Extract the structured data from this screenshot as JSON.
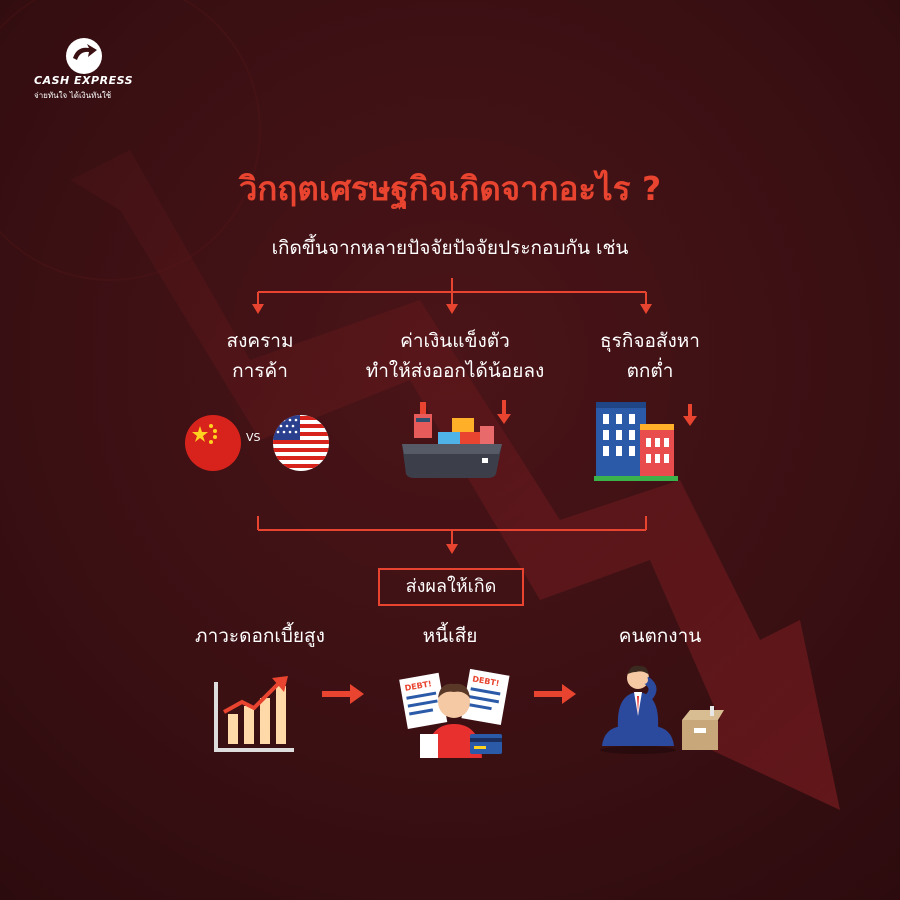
{
  "brand": {
    "name": "CASH EXPRESS",
    "tagline": "จ่ายทันใจ ได้เงินทันใช้"
  },
  "title": "วิกฤตเศรษฐกิจเกิดจากอะไร ?",
  "subtitle": "เกิดขึ้นจากหลายปัจจัยปัจจัยประกอบกัน เช่น",
  "causes": {
    "war": {
      "line1": "สงคราม",
      "line2": "การค้า"
    },
    "currency": {
      "line1": "ค่าเงินแข็งตัว",
      "line2": "ทำให้ส่งออกได้น้อยลง"
    },
    "realestate": {
      "line1": "ธุรกิจอสังหา",
      "line2": "ตกต่ำ"
    }
  },
  "vs_label": "VS",
  "result_label": "ส่งผลให้เกิด",
  "effects": {
    "interest": "ภาวะดอกเบี้ยสูง",
    "debt": "หนี้เสีย",
    "unemployment": "คนตกงาน"
  },
  "debt_sign": "DEBT!",
  "colors": {
    "accent": "#e8442f",
    "background": "#3b1013",
    "text": "#ffffff"
  }
}
